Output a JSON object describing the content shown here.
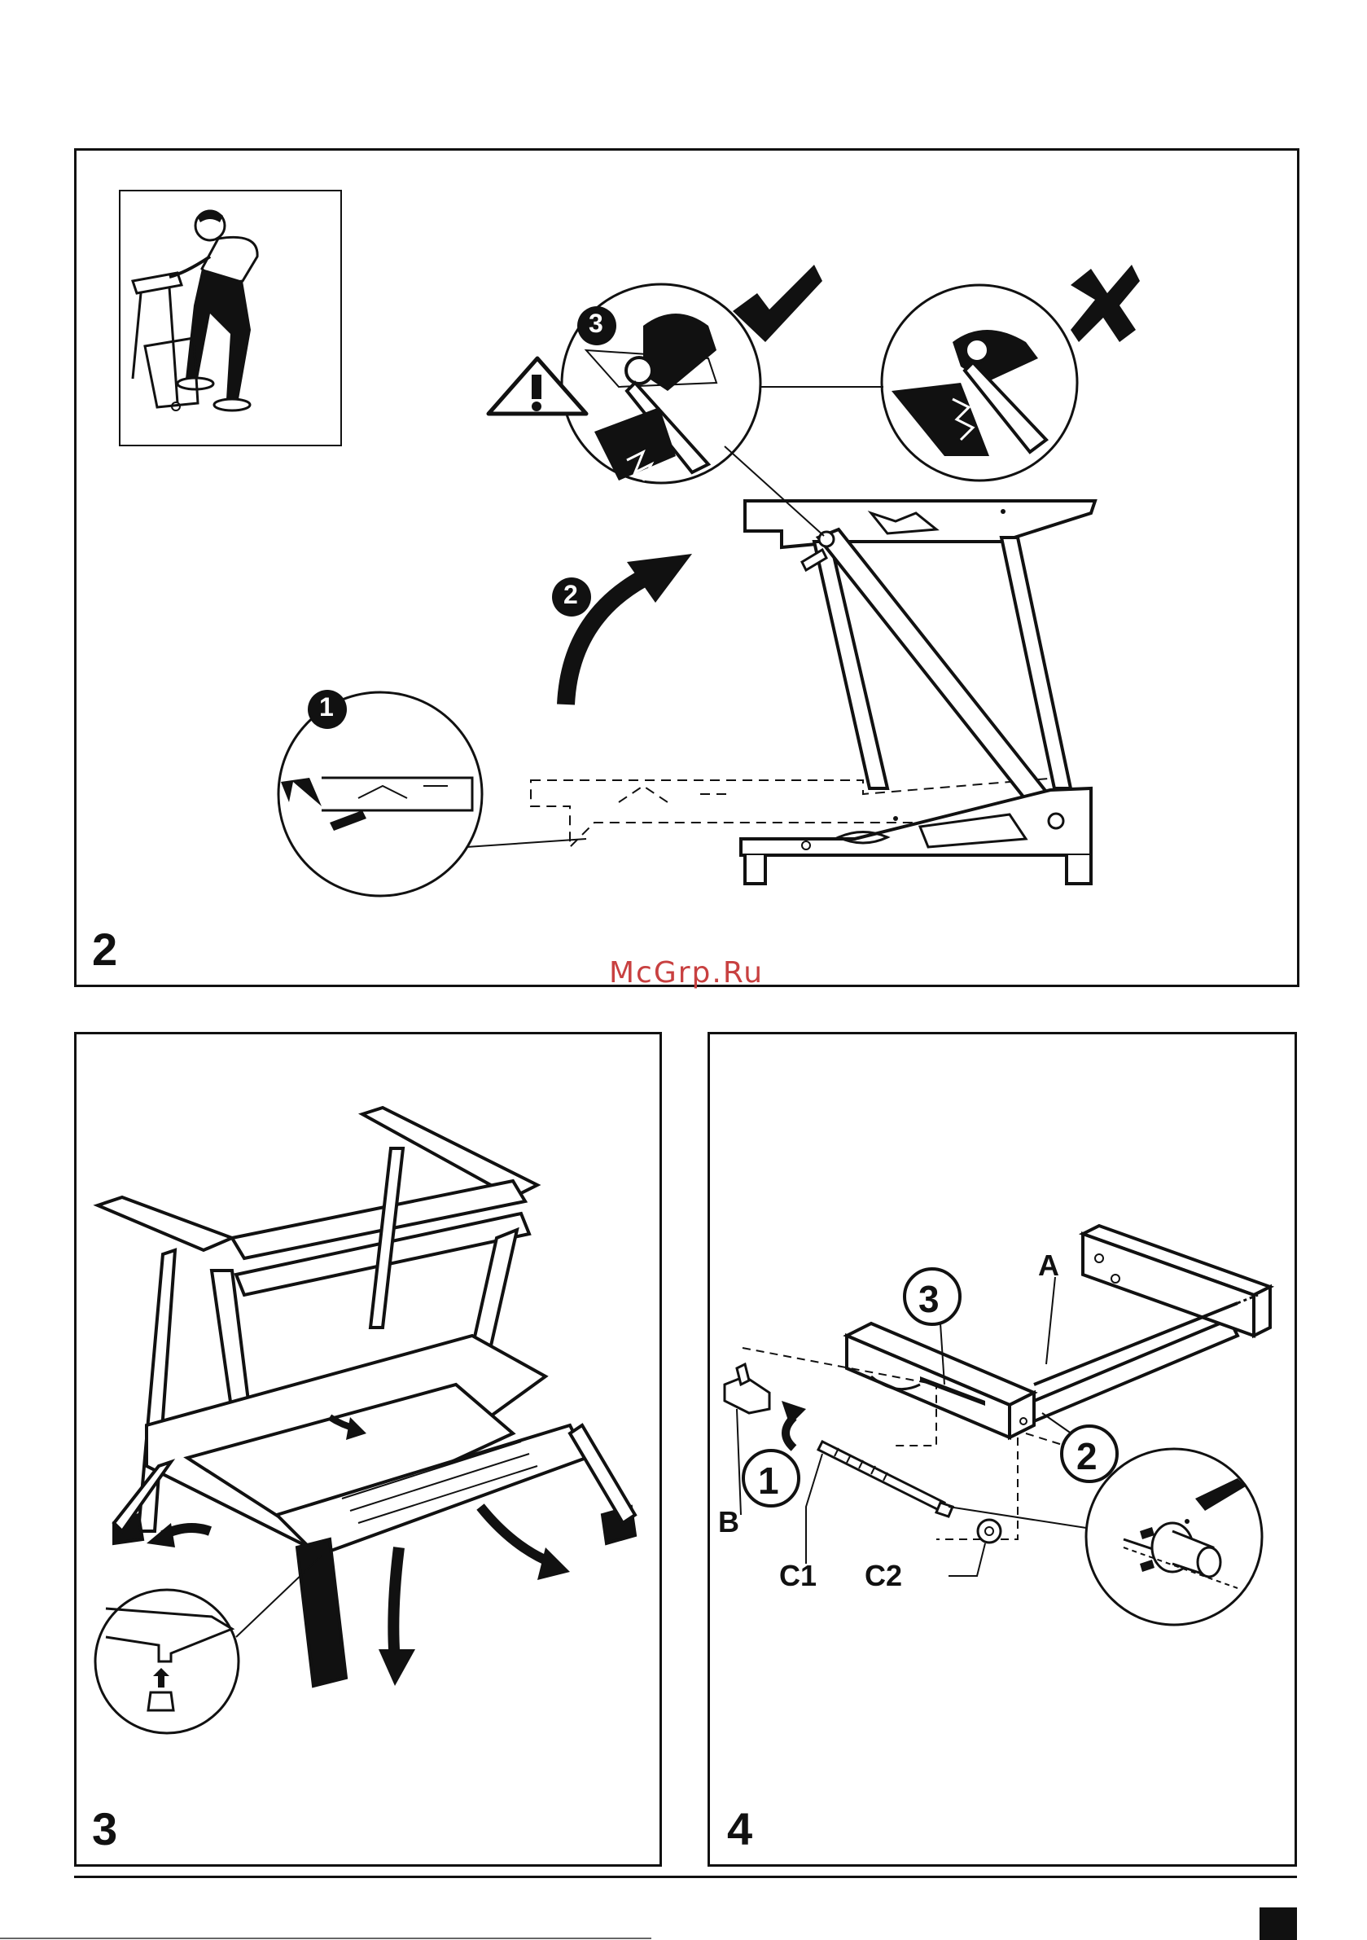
{
  "figures": {
    "fig2": {
      "number": "2"
    },
    "fig3": {
      "number": "3"
    },
    "fig4": {
      "number": "4"
    }
  },
  "step_markers": {
    "fig2_step1": "1",
    "fig2_step2": "2",
    "fig2_step3": "3",
    "fig4_step1": "1",
    "fig4_step2": "2",
    "fig4_step3": "3"
  },
  "part_labels": {
    "a": "A",
    "b": "B",
    "c1": "C1",
    "c2": "C2"
  },
  "watermark": "McGrp.Ru",
  "icons": {
    "warning": "warning-triangle-icon",
    "correct": "check-mark-icon",
    "incorrect": "cross-mark-icon"
  }
}
